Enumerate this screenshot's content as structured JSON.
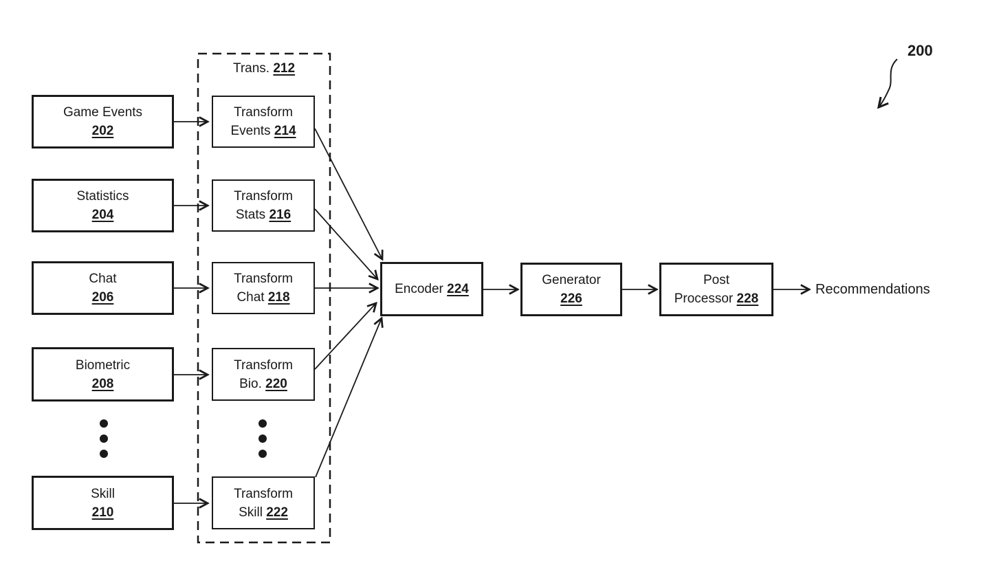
{
  "figure_ref": {
    "num": "200"
  },
  "transform_group": {
    "label": "Trans.",
    "num": "212"
  },
  "inputs": [
    {
      "label": "Game Events",
      "num": "202"
    },
    {
      "label": "Statistics",
      "num": "204"
    },
    {
      "label": "Chat",
      "num": "206"
    },
    {
      "label": "Biometric",
      "num": "208"
    },
    {
      "label": "Skill",
      "num": "210"
    }
  ],
  "transforms": [
    {
      "line1": "Transform",
      "line2": "Events",
      "num": "214"
    },
    {
      "line1": "Transform",
      "line2": "Stats",
      "num": "216"
    },
    {
      "line1": "Transform",
      "line2": "Chat",
      "num": "218"
    },
    {
      "line1": "Transform",
      "line2": "Bio.",
      "num": "220"
    },
    {
      "line1": "Transform",
      "line2": "Skill",
      "num": "222"
    }
  ],
  "encoder": {
    "label": "Encoder",
    "num": "224"
  },
  "generator": {
    "label": "Generator",
    "num": "226"
  },
  "post_processor": {
    "line1": "Post",
    "line2": "Processor",
    "num": "228"
  },
  "output": {
    "label": "Recommendations"
  },
  "colors": {
    "line": "#1a1a1a",
    "background": "#ffffff"
  }
}
